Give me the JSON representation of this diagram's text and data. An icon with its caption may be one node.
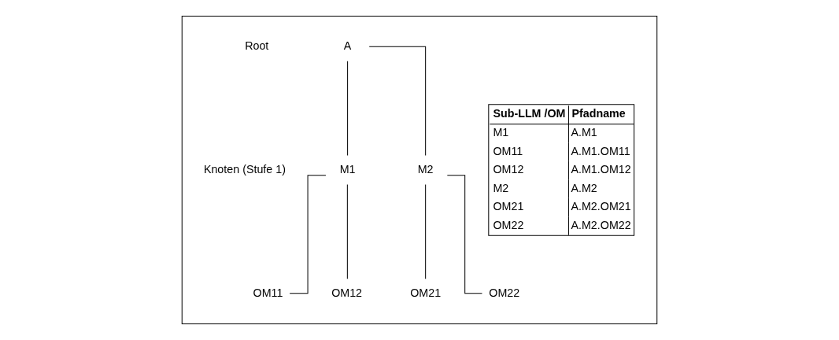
{
  "diagram": {
    "nodes": [
      {
        "text": [],
        "shape": "box"
      },
      {
        "text": [
          "A"
        ],
        "in": 0
      },
      {
        "text": [
          "M1"
        ],
        "in": 0
      },
      {
        "text": [
          "M2"
        ],
        "in": 0
      },
      {
        "text": [
          "OM11"
        ],
        "in": 0
      },
      {
        "text": [
          "OM12"
        ],
        "in": 0
      },
      {
        "text": [
          "OM21"
        ],
        "in": 0
      },
      {
        "text": [
          "OM22"
        ],
        "in": 0
      }
    ],
    "edges": [
      {
        "from": 1,
        "to": 2,
        "arrow": "none"
      },
      {
        "from": 1,
        "to": 3,
        "arrow": "none"
      },
      {
        "from": 2,
        "to": 4,
        "arrow": "none"
      },
      {
        "from": 2,
        "to": 5,
        "arrow": "none"
      },
      {
        "from": 3,
        "to": 6,
        "arrow": "none"
      },
      {
        "from": 3,
        "to": 7,
        "arrow": "none"
      }
    ],
    "labels": [
      "Root",
      "Knoten (Stufe 1)",
      "Sub-LLM /OM",
      "Pfadname",
      "M1",
      "A.M1",
      "OM11",
      "A.M1.OM11",
      "OM12",
      "A.M1.OM12",
      "M2",
      "A.M2",
      "OM21",
      "A.M2.OM21",
      "OM22",
      "A.M2.OM22"
    ]
  }
}
